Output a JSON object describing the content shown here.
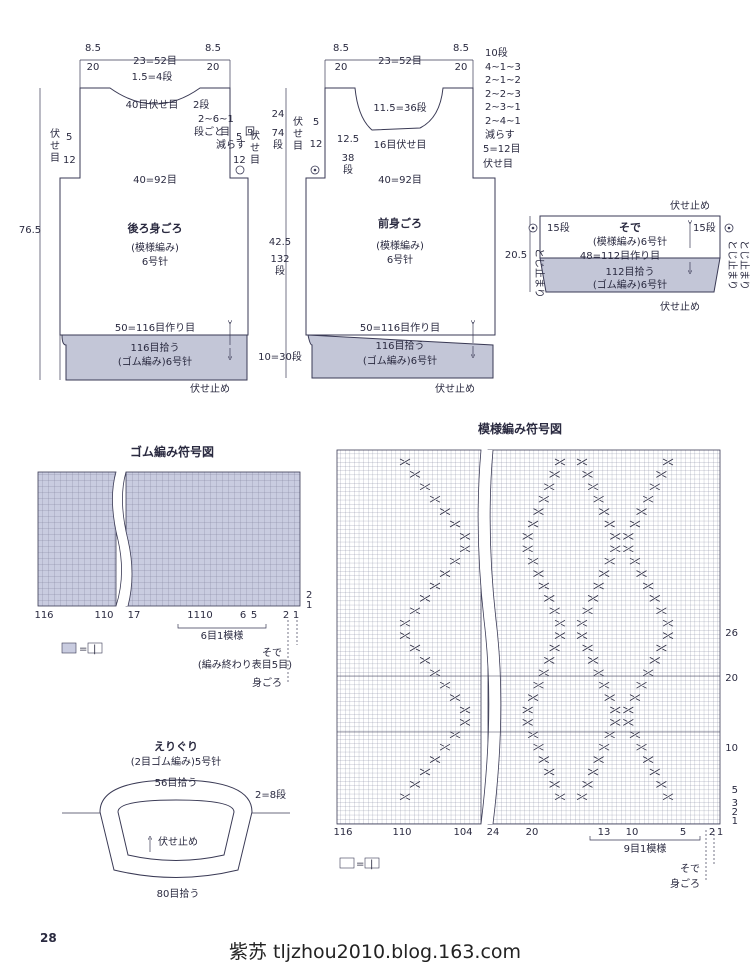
{
  "colors": {
    "ink": "#2a2a40",
    "rib_fill": "#c3c6d7",
    "grid_fill": "#c9cce0",
    "grid_line": "#7b7f98"
  },
  "back": {
    "title": "後ろ身ごろ",
    "pattern": "(模様編み)",
    "needle": "6号针",
    "shoulder_l_a": "8.5",
    "shoulder_l_b": "20",
    "neck_w": "23=52目",
    "shoulder_r_a": "8.5",
    "shoulder_r_b": "20",
    "neck_rows": "1.5=4段",
    "neck_bind": "40目伏せ目",
    "neck_dec_a": "2段",
    "neck_dec_b": "2~6~1",
    "neck_dec_c": "段ごと",
    "neck_dec_d": "目",
    "neck_dec_e": "回",
    "neck_dec_f": "減らす",
    "arm_l_a": "伏",
    "arm_l_b": "せ",
    "arm_l_c": "目",
    "arm_l_d": "5",
    "arm_l_e": "12",
    "arm_r_a": "5",
    "arm_r_b": "12",
    "arm_r_c": "伏",
    "arm_r_d": "せ",
    "arm_r_e": "目",
    "chest": "40=92目",
    "height": "76.5",
    "cast_on": "50=116目作り目",
    "pickup": "116目拾う",
    "rib": "(ゴム編み)6号针",
    "bind_off": "伏せ止め"
  },
  "mid_dims": {
    "armhole_a": "24",
    "armhole_b": "74",
    "armhole_c": "段",
    "body_a": "42.5",
    "body_b": "132",
    "body_c": "段",
    "rib": "10=30段"
  },
  "front": {
    "title": "前身ごろ",
    "pattern": "(模様編み)",
    "needle": "6号针",
    "shoulder_l_a": "8.5",
    "shoulder_l_b": "20",
    "neck_w": "23=52目",
    "shoulder_r_a": "8.5",
    "shoulder_r_b": "20",
    "neck_inner": "11.5=36段",
    "neck_depth_a": "12.5",
    "neck_depth_b": "38",
    "neck_depth_c": "段",
    "neck_bind": "16目伏せ目",
    "arm_l_a": "伏",
    "arm_l_b": "せ",
    "arm_l_c": "目",
    "arm_l_d": "5",
    "arm_l_e": "12",
    "arm_r": "5=12目",
    "arm_r_b": "伏せ目",
    "dec_rows": [
      "10段",
      "4~1~3",
      "2~1~2",
      "2~2~3",
      "2~3~1",
      "2~4~1",
      "減らす"
    ],
    "chest": "40=92目",
    "cast_on": "50=116目作り目",
    "pickup": "116目拾う",
    "rib": "(ゴム編み)6号针",
    "bind_off": "伏せ止め"
  },
  "sleeve": {
    "title": "そで",
    "pattern": "(模様編み)6号针",
    "bind_off_top": "伏せ止め",
    "rows_l": "15段",
    "rows_r": "15段",
    "height": "20.5",
    "cast_on": "48=112目作り目",
    "pickup": "112目拾う",
    "rib": "(ゴム編み)6号针",
    "bind_off": "伏せ止め",
    "side_l": "とじ止まり",
    "side_r1": "とじ止まり",
    "side_r2": "とじ止まり"
  },
  "rib_chart": {
    "title": "ゴム編み符号図",
    "x_labels": [
      "116",
      "110",
      "17",
      "1110",
      "6",
      "5",
      "2",
      "1"
    ],
    "y_labels": [
      "2",
      "1"
    ],
    "repeat": "6目1模様",
    "sleeve_note": "そで",
    "sleeve_note2": "(編み終わり表目5目)",
    "body_note": "身ごろ",
    "legend_eq": "=",
    "legend_sym": "|"
  },
  "neck": {
    "title": "えりぐり",
    "sub": "(2目ゴム編み)5号针",
    "top": "56目拾う",
    "side": "2=8段",
    "bind": "伏せ止め",
    "bottom": "80目拾う"
  },
  "pattern_chart": {
    "title": "模様編み符号図",
    "x_labels": [
      "116",
      "110",
      "104",
      "24",
      "20",
      "13",
      "10",
      "5",
      "2",
      "1"
    ],
    "y_labels": [
      "26",
      "20",
      "10",
      "5",
      "3",
      "2",
      "1"
    ],
    "repeat": "9目1模様",
    "sleeve_note": "そで",
    "body_note": "身ごろ",
    "legend_eq": "=",
    "legend_sym": "|"
  },
  "footer": {
    "page": "28",
    "watermark": "紫苏  tljzhou2010.blog.163.com"
  }
}
